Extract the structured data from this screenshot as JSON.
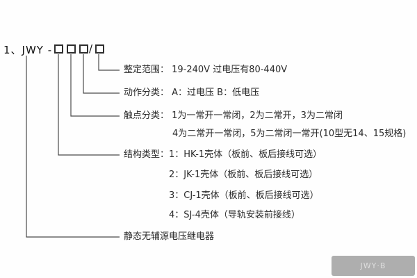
{
  "title": {
    "prefix": "1、JWY -",
    "separator": "/"
  },
  "callouts": [
    {
      "id": "setting-range",
      "text": "整定范围：  19-240V 过电压有80-440V"
    },
    {
      "id": "action-class",
      "text": "动作分类：  A：过电压    B：低电压"
    },
    {
      "id": "contact-class-1",
      "text": "触点分类：  1为一常开一常闭，2为二常开，3为二常闭"
    },
    {
      "id": "contact-class-2",
      "text": "4为二常开一常闭，5为二常闭一常开(10型无14、15规格)"
    },
    {
      "id": "structure-1",
      "text": "结构类型：1：HK-1壳体（板前、板后接线可选）"
    },
    {
      "id": "structure-2",
      "text": "2：JK-1壳体（板前、板后接线可选）"
    },
    {
      "id": "structure-3",
      "text": "3：CJ-1壳体（板前、板后接线可选）"
    },
    {
      "id": "structure-4",
      "text": "4：SJ-4壳体（导轨安装前接线）"
    },
    {
      "id": "product-name",
      "text": "静态无辅源电压继电器"
    }
  ],
  "watermark": {
    "text": "JWY·B"
  }
}
